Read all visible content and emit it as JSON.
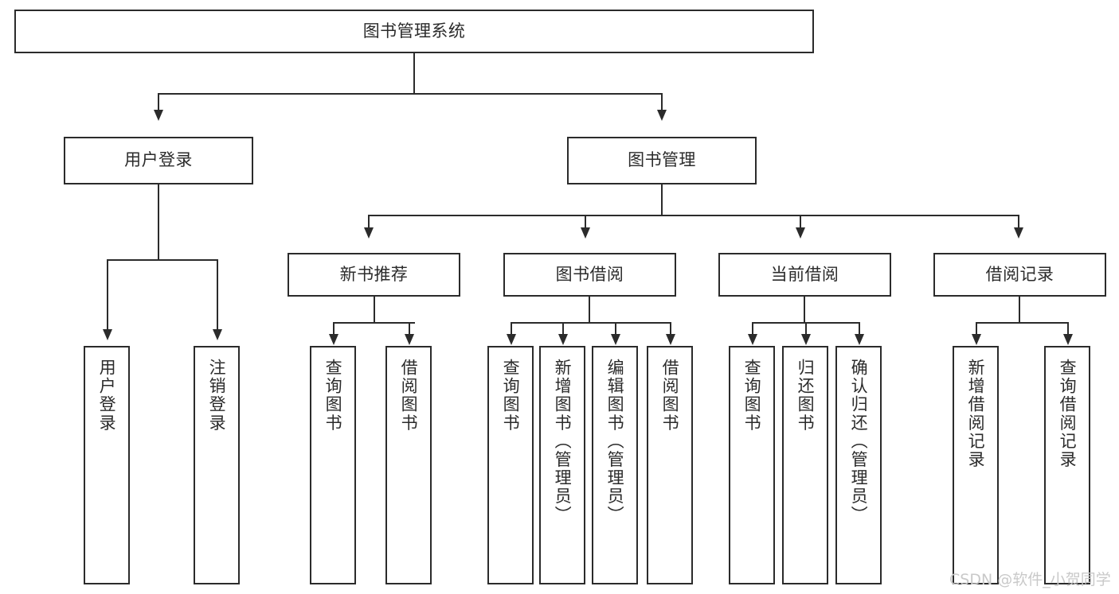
{
  "diagram": {
    "type": "tree",
    "title": "图书管理系统",
    "root": {
      "label": "图书管理系统"
    },
    "level1": [
      {
        "label": "用户登录"
      },
      {
        "label": "图书管理"
      }
    ],
    "level2": [
      {
        "label": "新书推荐"
      },
      {
        "label": "图书借阅"
      },
      {
        "label": "当前借阅"
      },
      {
        "label": "借阅记录"
      }
    ],
    "leaves": {
      "user_login": [
        {
          "label": "用户登录"
        },
        {
          "label": "注销登录"
        }
      ],
      "new_book_recommend": [
        {
          "label": "查询图书"
        },
        {
          "label": "借阅图书"
        }
      ],
      "book_borrow": [
        {
          "label": "查询图书"
        },
        {
          "label": "新增图书（管理员）"
        },
        {
          "label": "编辑图书（管理员）"
        },
        {
          "label": "借阅图书"
        }
      ],
      "current_borrow": [
        {
          "label": "查询图书"
        },
        {
          "label": "归还图书"
        },
        {
          "label": "确认归还（管理员）"
        }
      ],
      "borrow_record": [
        {
          "label": "新增借阅记录"
        },
        {
          "label": "查询借阅记录"
        }
      ]
    }
  },
  "watermark": {
    "text": "CSDN @软件_小贺同学"
  },
  "colors": {
    "stroke": "#2b2b2b",
    "background": "#ffffff",
    "watermark": "#c9c9c9"
  }
}
